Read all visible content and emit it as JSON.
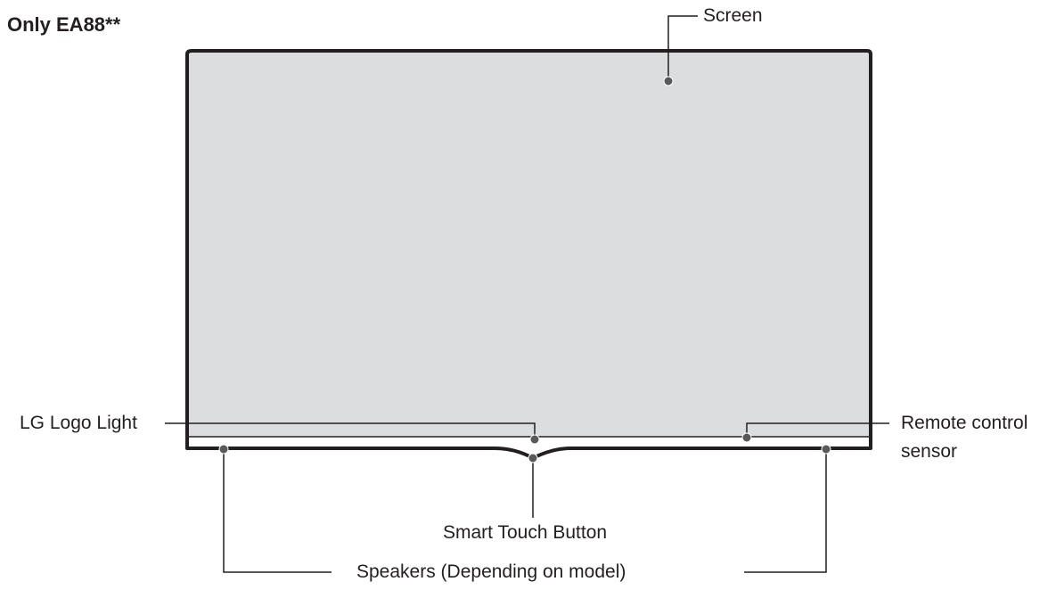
{
  "title": "Only EA88**",
  "labels": {
    "screen": "Screen",
    "lg_logo_light": "LG Logo Light",
    "remote_sensor_line1": "Remote control",
    "remote_sensor_line2": "sensor",
    "smart_touch_button": "Smart Touch Button",
    "speakers": "Speakers (Depending on model)"
  },
  "colors": {
    "screen_fill": "#dcdddf",
    "frame_stroke": "#231f20",
    "leader_line": "#231f20",
    "marker_dot": "#58595b"
  }
}
